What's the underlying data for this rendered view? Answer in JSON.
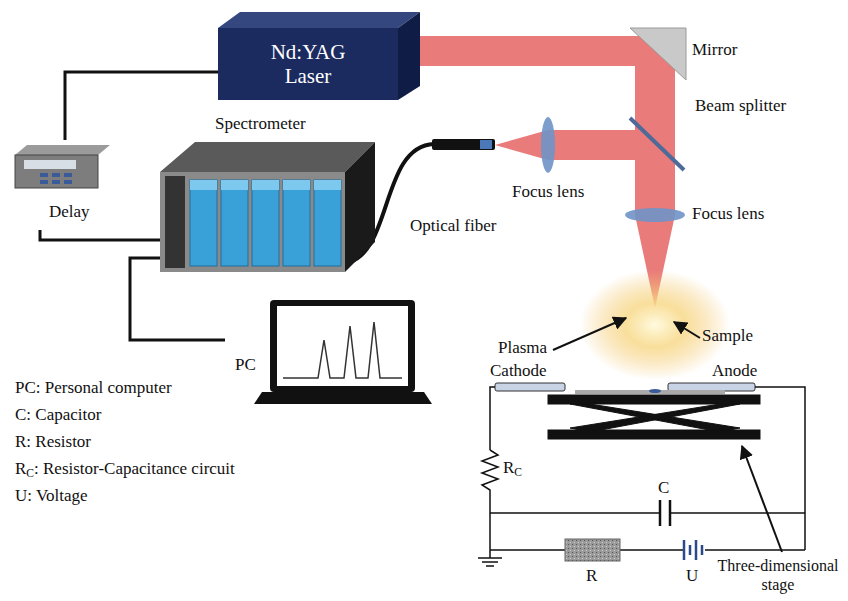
{
  "diagram": {
    "nodes": [
      {
        "text": [
          "Nd:YAG Laser"
        ]
      },
      {
        "text": [
          "Delay"
        ]
      },
      {
        "text": [
          "Spectrometer"
        ]
      },
      {
        "text": [
          "PC"
        ]
      }
    ],
    "edges": [
      {
        "from": 1,
        "to": 0,
        "arrow": "none"
      },
      {
        "from": 1,
        "to": 2,
        "arrow": "none"
      },
      {
        "from": 2,
        "to": 3,
        "arrow": "none"
      }
    ],
    "labels": [
      "Mirror",
      "Beam splitter",
      "Focus lens",
      "Optical fiber",
      "Focus lens",
      "Plasma",
      "Sample",
      "Cathode",
      "Anode",
      "RC",
      "C",
      "R",
      "U",
      "Three-dimensional stage",
      "PC: Personal computer",
      "C: Capacitor",
      "R: Resistor",
      "RC: Resistor-Capacitance circuit",
      "U: Voltage"
    ]
  }
}
